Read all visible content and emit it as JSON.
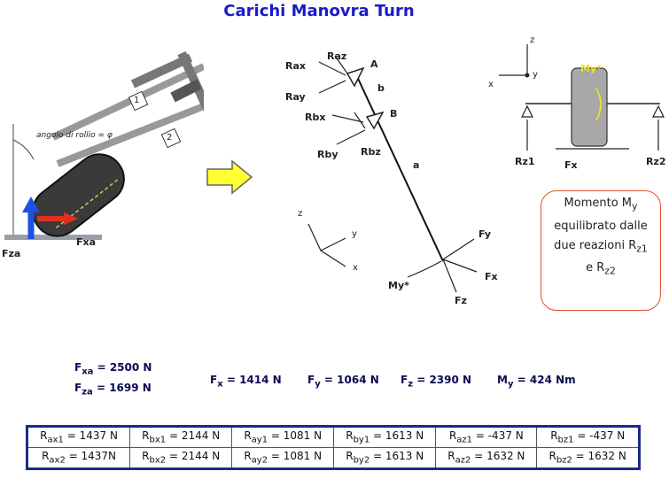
{
  "title": "Carichi Manovra Turn",
  "left_fig": {
    "angle_label": "angolo di rollio = φ",
    "arm1": "1",
    "arm2": "2",
    "fza": "Fza",
    "fxa": "Fxa"
  },
  "middle_fig": {
    "labels": {
      "raz": "Raz",
      "rax": "Rax",
      "ray": "Ray",
      "a_pt": "A",
      "b_seg": "b",
      "rbx": "Rbx",
      "b_pt": "B",
      "rby": "Rby",
      "rbz": "Rbz",
      "a_seg": "a",
      "fy": "Fy",
      "fx": "Fx",
      "fz": "Fz",
      "my": "My*"
    },
    "axes": {
      "z": "z",
      "y": "y",
      "x": "x"
    }
  },
  "right_fig": {
    "axes": {
      "z": "z",
      "y": "y",
      "x": "x"
    },
    "my": "My*",
    "rz1": "Rz1",
    "rz2": "Rz2",
    "fx": "Fx"
  },
  "moment_box": {
    "line1": "Momento M",
    "line1_sub": "y",
    "line2": "equilibrato dalle",
    "line3": "due reazioni R",
    "line3_sub": "z1",
    "line4": "e R",
    "line4_sub": "z2"
  },
  "results": {
    "fxa": {
      "F": "F",
      "sub": "xa",
      "val": " = 2500 N"
    },
    "fza": {
      "F": "F",
      "sub": "za",
      "val": " = 1699 N"
    },
    "fx": {
      "F": "F",
      "sub": "x",
      "val": " = 1414 N"
    },
    "fy": {
      "F": "F",
      "sub": "y",
      "val": " = 1064 N"
    },
    "fz": {
      "F": "F",
      "sub": "z",
      "val": " = 2390 N"
    },
    "my": {
      "F": "M",
      "sub": "y",
      "val": " = 424 Nm"
    }
  },
  "table": {
    "row1": [
      {
        "r": "R",
        "sub": "ax1",
        "val": " = 1437 N"
      },
      {
        "r": "R",
        "sub": "bx1",
        "val": " = 2144 N"
      },
      {
        "r": "R",
        "sub": "ay1",
        "val": " = 1081 N"
      },
      {
        "r": "R",
        "sub": "by1",
        "val": " = 1613 N"
      },
      {
        "r": "R",
        "sub": "az1",
        "val": " = -437 N"
      },
      {
        "r": "R",
        "sub": "bz1",
        "val": " = -437 N"
      }
    ],
    "row2": [
      {
        "r": "R",
        "sub": "ax2",
        "val": " = 1437N"
      },
      {
        "r": "R",
        "sub": "bx2",
        "val": " = 2144 N"
      },
      {
        "r": "R",
        "sub": "ay2",
        "val": " = 1081 N"
      },
      {
        "r": "R",
        "sub": "by2",
        "val": " = 1613 N"
      },
      {
        "r": "R",
        "sub": "az2",
        "val": " = 1632 N"
      },
      {
        "r": "R",
        "sub": "bz2",
        "val": " = 1632 N"
      }
    ]
  }
}
